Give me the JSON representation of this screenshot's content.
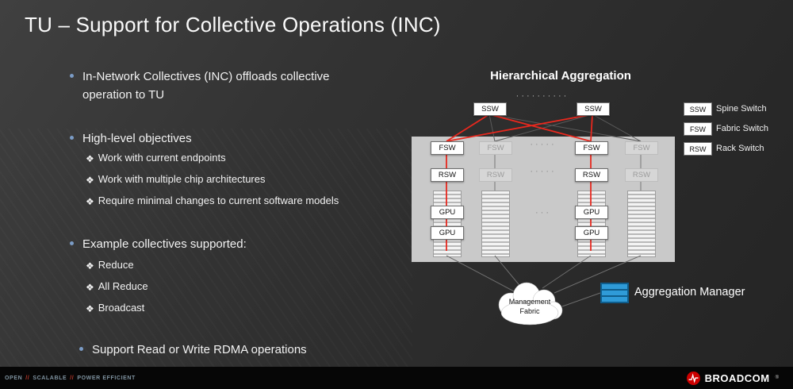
{
  "slide": {
    "title": "TU – Support for Collective Operations (INC)"
  },
  "bullets": {
    "marker": "❖",
    "b1": "In-Network Collectives (INC) offloads collective operation to TU",
    "b2": "High-level objectives",
    "b2_subs": [
      "Work with current endpoints",
      "Work with multiple chip architectures",
      "Require minimal changes to current software models"
    ],
    "b3": "Example collectives supported:",
    "b3_subs": [
      "Reduce",
      "All Reduce",
      "Broadcast"
    ],
    "b4": "Support Read or Write RDMA operations"
  },
  "diagram": {
    "title": "Hierarchical Aggregation",
    "ssw": "SSW",
    "fsw": "FSW",
    "rsw": "RSW",
    "gpu": "GPU",
    "dots_top": "··········",
    "dots_mid": "·····",
    "dots_small": "···",
    "legend": [
      {
        "key": "SSW",
        "label": "Spine Switch"
      },
      {
        "key": "FSW",
        "label": "Fabric Switch"
      },
      {
        "key": "RSW",
        "label": "Rack Switch"
      }
    ],
    "cloud_line1": "Management",
    "cloud_line2": "Fabric",
    "manager_label": "Aggregation Manager",
    "colors": {
      "link_active": "#e8281e",
      "panel": "#c9c9c9",
      "manager_blue": "#2f9bd8"
    }
  },
  "footer": {
    "parts": [
      "OPEN",
      "SCALABLE",
      "POWER EFFICIENT"
    ],
    "sep": "//",
    "brand": "BROADCOM",
    "reg": "®"
  }
}
